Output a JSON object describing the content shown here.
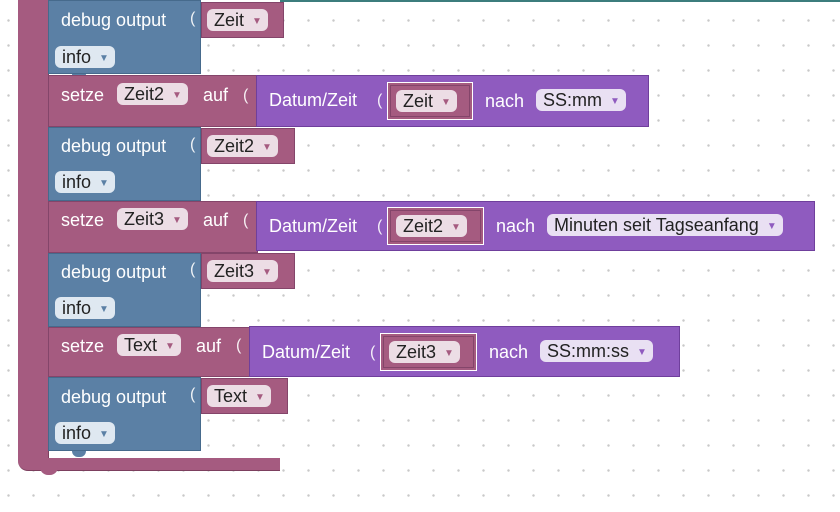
{
  "blocks": {
    "debug_label": "debug output",
    "set_label": "setze",
    "to_label": "auf",
    "datetime_label": "Datum/Zeit",
    "after_label": "nach",
    "loglevel": "info",
    "dropdown_arrow": "▼"
  },
  "rows": [
    {
      "debug_var": "Zeit"
    },
    {
      "set_var": "Zeit2",
      "source_var": "Zeit",
      "format": "SS:mm",
      "debug_var": "Zeit2"
    },
    {
      "set_var": "Zeit3",
      "source_var": "Zeit2",
      "format": "Minuten seit Tagseanfang",
      "debug_var": "Zeit3"
    },
    {
      "set_var": "Text",
      "source_var": "Zeit3",
      "format": "SS:mm:ss",
      "debug_var": "Text"
    }
  ],
  "colors": {
    "variables": "#a55b80",
    "debug": "#5b80a5",
    "datetime": "#8f5bbf",
    "workspace_dot": "#c9c9c9"
  }
}
